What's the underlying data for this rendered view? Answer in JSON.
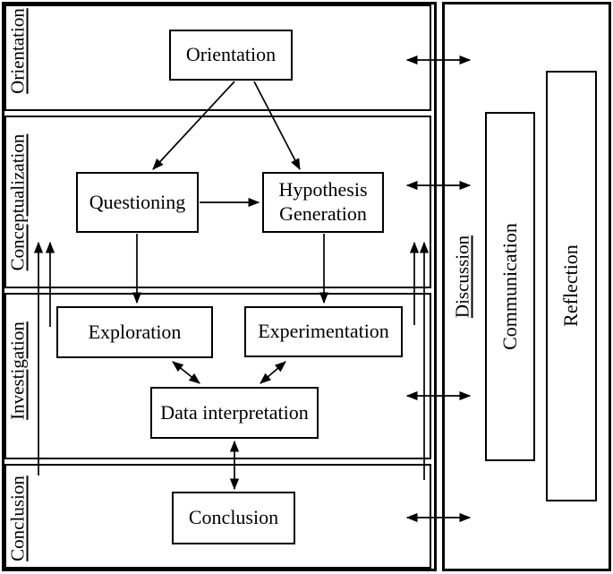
{
  "colors": {
    "line": "#000000",
    "background": "#ffffff"
  },
  "left_panel": {
    "sections": [
      {
        "label": "Orientation"
      },
      {
        "label": "Conceptualization"
      },
      {
        "label": "Investigation"
      },
      {
        "label": "Conclusion"
      }
    ]
  },
  "boxes": {
    "orientation": "Orientation",
    "questioning": "Questioning",
    "hypothesis": {
      "line1": "Hypothesis",
      "line2": "Generation"
    },
    "exploration": "Exploration",
    "experimentation": "Experimentation",
    "data_interpretation": "Data interpretation",
    "conclusion": "Conclusion"
  },
  "right_panel": {
    "label": "Discussion",
    "boxes": {
      "communication": "Communication",
      "reflection": "Reflection"
    }
  }
}
